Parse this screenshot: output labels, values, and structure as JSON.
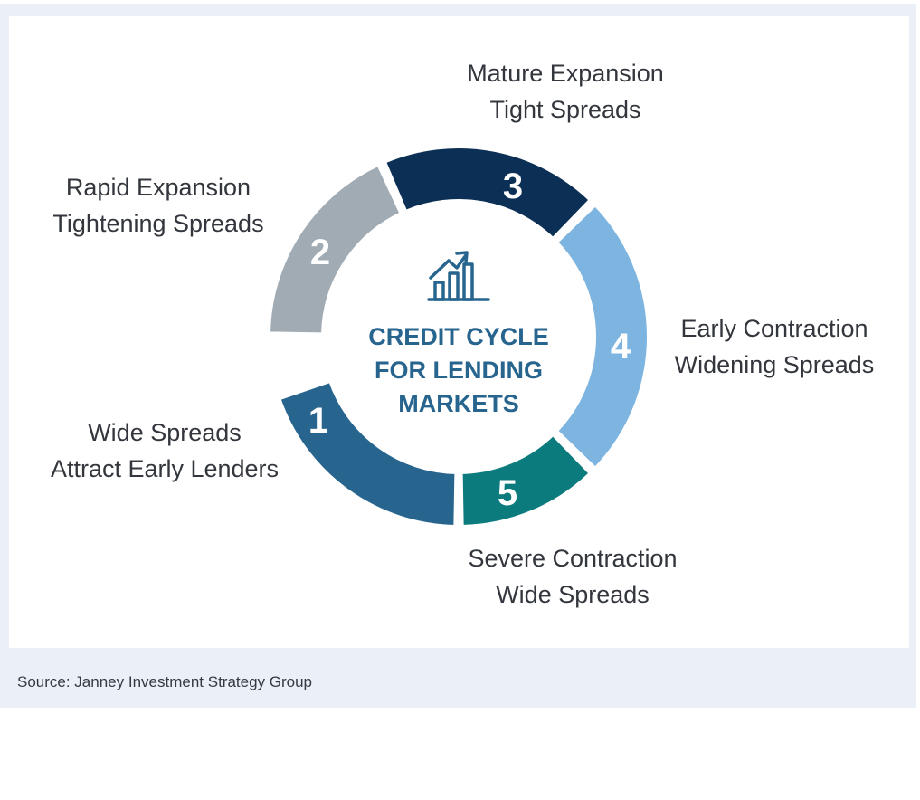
{
  "colors": {
    "stage1": "#27658f",
    "stage2": "#a1abb4",
    "stage3": "#0b2f55",
    "stage4": "#7db5e0",
    "stage5": "#0c7b7d",
    "center_text": "#27658f",
    "label_text": "#33373d",
    "icon": "#27658f",
    "frame_bg": "#eaf0f6"
  },
  "center": {
    "icon": "bar-chart-growth-icon",
    "title_lines": [
      "CREDIT CYCLE",
      "FOR LENDING",
      "MARKETS"
    ]
  },
  "stages": [
    {
      "number": "1",
      "lines": [
        "Wide Spreads",
        "Attract Early Lenders"
      ]
    },
    {
      "number": "2",
      "lines": [
        "Rapid Expansion",
        "Tightening Spreads"
      ]
    },
    {
      "number": "3",
      "lines": [
        "Mature Expansion",
        "Tight Spreads"
      ]
    },
    {
      "number": "4",
      "lines": [
        "Early Contraction",
        "Widening Spreads"
      ]
    },
    {
      "number": "5",
      "lines": [
        "Severe Contraction",
        "Wide Spreads"
      ]
    }
  ],
  "source": "Source: Janney Investment Strategy Group"
}
